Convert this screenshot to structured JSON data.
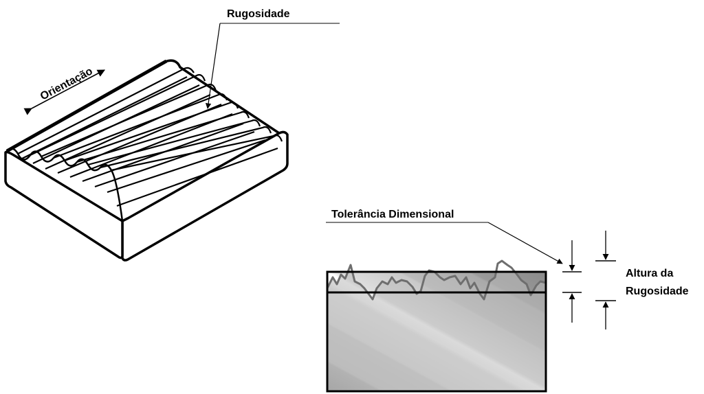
{
  "labels": {
    "roughness": "Rugosidade",
    "orientation": "Orientação",
    "dimensional_tolerance": "Tolerância Dimensional",
    "roughness_height_line1": "Altura da",
    "roughness_height_line2": "Rugosidade"
  },
  "colors": {
    "ink": "#000000",
    "profile": "#6e6e6e",
    "profile_fill": "#b9b9b9",
    "block_dark": "#8a8a8a",
    "block_light": "#e6e6e6"
  }
}
